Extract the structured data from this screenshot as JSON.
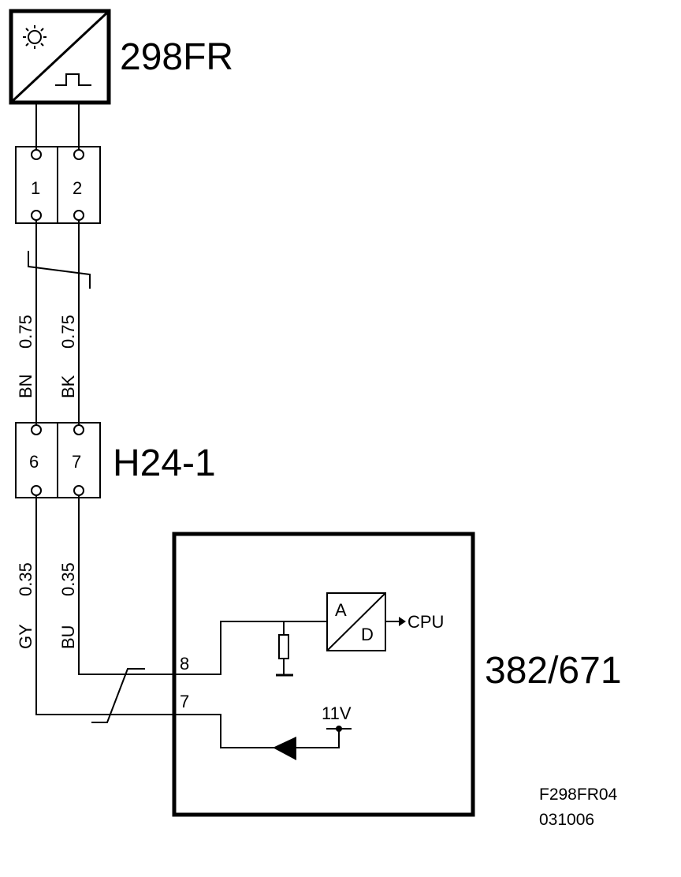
{
  "sensor": {
    "label": "298FR",
    "icons": [
      "sun-icon",
      "pulse-icon"
    ]
  },
  "connector_top": {
    "pins": [
      "1",
      "2"
    ]
  },
  "connector_mid": {
    "label": "H24-1",
    "pins": [
      "6",
      "7"
    ]
  },
  "wires_upper": [
    {
      "color": "BN",
      "size": "0.75"
    },
    {
      "color": "BK",
      "size": "0.75"
    }
  ],
  "wires_lower": [
    {
      "color": "GY",
      "size": "0.35"
    },
    {
      "color": "BU",
      "size": "0.35"
    }
  ],
  "module": {
    "label": "382/671",
    "pin_8": "8",
    "pin_7": "7",
    "adc_a": "A",
    "adc_d": "D",
    "cpu": "CPU",
    "supply": "11V"
  },
  "reference": {
    "code": "F298FR04",
    "date": "031006"
  }
}
